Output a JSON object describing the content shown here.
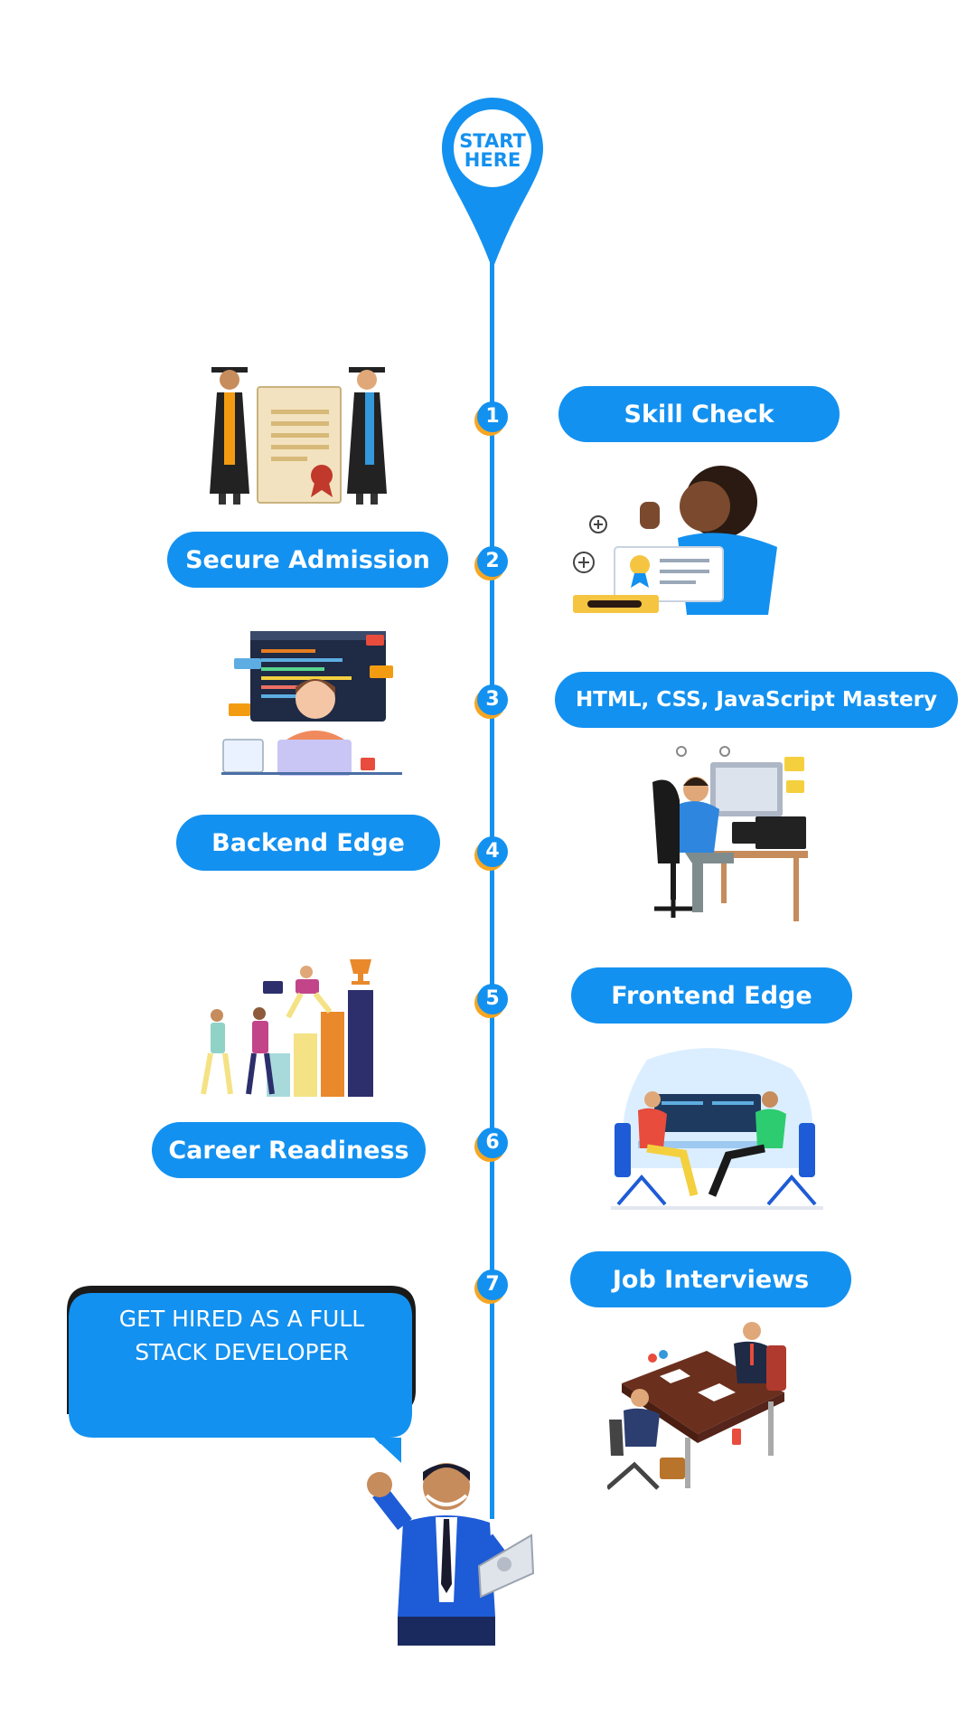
{
  "start_pin": {
    "line1": "START",
    "line2": "HERE",
    "color": "#1391f0"
  },
  "accent_color": "#f5a623",
  "steps": [
    {
      "number": "1",
      "label": "Skill Check",
      "illustration": "woman-cheering-certificate-illustration"
    },
    {
      "number": "2",
      "label": "Secure Admission",
      "illustration": "graduates-with-diploma-illustration"
    },
    {
      "number": "3",
      "label": "HTML, CSS, JavaScript Mastery",
      "illustration": "developer-at-laptop-code-illustration"
    },
    {
      "number": "4",
      "label": "Backend Edge",
      "illustration": "developer-at-desk-html-illustration"
    },
    {
      "number": "5",
      "label": "Frontend Edge",
      "illustration": "team-climbing-bar-chart-illustration"
    },
    {
      "number": "6",
      "label": "Career Readiness",
      "illustration": "two-developers-coding-illustration"
    },
    {
      "number": "7",
      "label": "Job Interviews",
      "illustration": "job-interview-desk-illustration"
    }
  ],
  "goal": {
    "line1": "GET HIRED AS A FULL",
    "line2": "STACK DEVELOPER",
    "illustration": "hired-developer-celebrating-illustration"
  }
}
